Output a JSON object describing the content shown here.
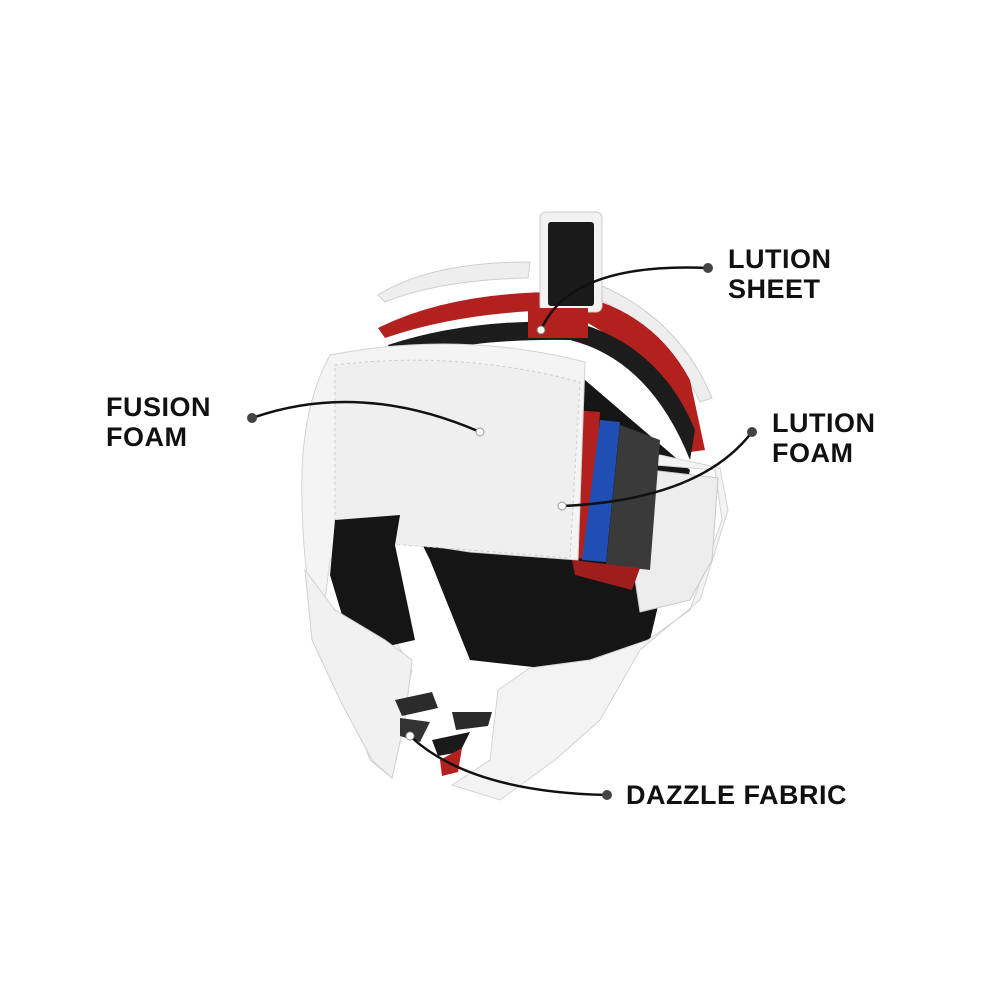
{
  "colors": {
    "shell": "#f3f3f3",
    "shell_shadow": "#d9d9d9",
    "lining": "#141414",
    "red_layer": "#b3211f",
    "blue_layer": "#1f4fb5",
    "callout": "#111111"
  },
  "callouts": [
    {
      "id": "lution-sheet",
      "lines": [
        "LUTION",
        "SHEET"
      ]
    },
    {
      "id": "fusion-foam",
      "lines": [
        "FUSION",
        "FOAM"
      ]
    },
    {
      "id": "lution-foam",
      "lines": [
        "LUTION",
        "FOAM"
      ]
    },
    {
      "id": "dazzle-fabric",
      "lines": [
        "DAZZLE FABRIC"
      ]
    }
  ]
}
